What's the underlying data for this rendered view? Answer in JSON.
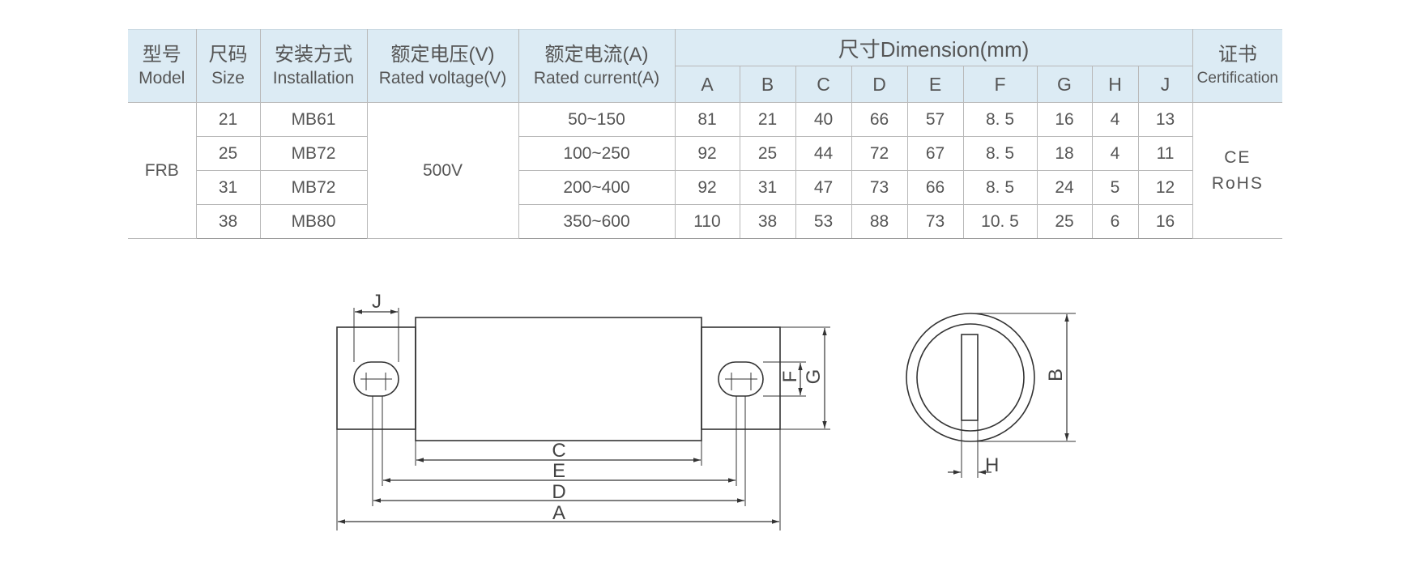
{
  "table": {
    "headers": {
      "model": {
        "zh": "型号",
        "en": "Model"
      },
      "size": {
        "zh": "尺码",
        "en": "Size"
      },
      "installation": {
        "zh": "安装方式",
        "en": "Installation"
      },
      "voltage": {
        "zh": "额定电压(V)",
        "en": "Rated voltage(V)"
      },
      "current": {
        "zh": "额定电流(A)",
        "en": "Rated current(A)"
      },
      "dimension": "尺寸Dimension(mm)",
      "cert": {
        "zh": "证书",
        "en": "Certification"
      }
    },
    "dim_columns": [
      "A",
      "B",
      "C",
      "D",
      "E",
      "F",
      "G",
      "H",
      "J"
    ],
    "model": "FRB",
    "voltage": "500V",
    "cert": [
      "CE",
      "RoHS"
    ],
    "rows": [
      {
        "size": "21",
        "installation": "MB61",
        "current": "50~150",
        "dims": [
          "81",
          "21",
          "40",
          "66",
          "57",
          "8. 5",
          "16",
          "4",
          "13"
        ]
      },
      {
        "size": "25",
        "installation": "MB72",
        "current": "100~250",
        "dims": [
          "92",
          "25",
          "44",
          "72",
          "67",
          "8. 5",
          "18",
          "4",
          "11"
        ]
      },
      {
        "size": "31",
        "installation": "MB72",
        "current": "200~400",
        "dims": [
          "92",
          "31",
          "47",
          "73",
          "66",
          "8. 5",
          "24",
          "5",
          "12"
        ]
      },
      {
        "size": "38",
        "installation": "MB80",
        "current": "350~600",
        "dims": [
          "110",
          "38",
          "53",
          "88",
          "73",
          "10. 5",
          "25",
          "6",
          "16"
        ]
      }
    ]
  },
  "drawing": {
    "labels": {
      "A": "A",
      "B": "B",
      "C": "C",
      "D": "D",
      "E": "E",
      "F": "F",
      "G": "G",
      "H": "H",
      "J": "J"
    },
    "line_color": "#333333"
  }
}
